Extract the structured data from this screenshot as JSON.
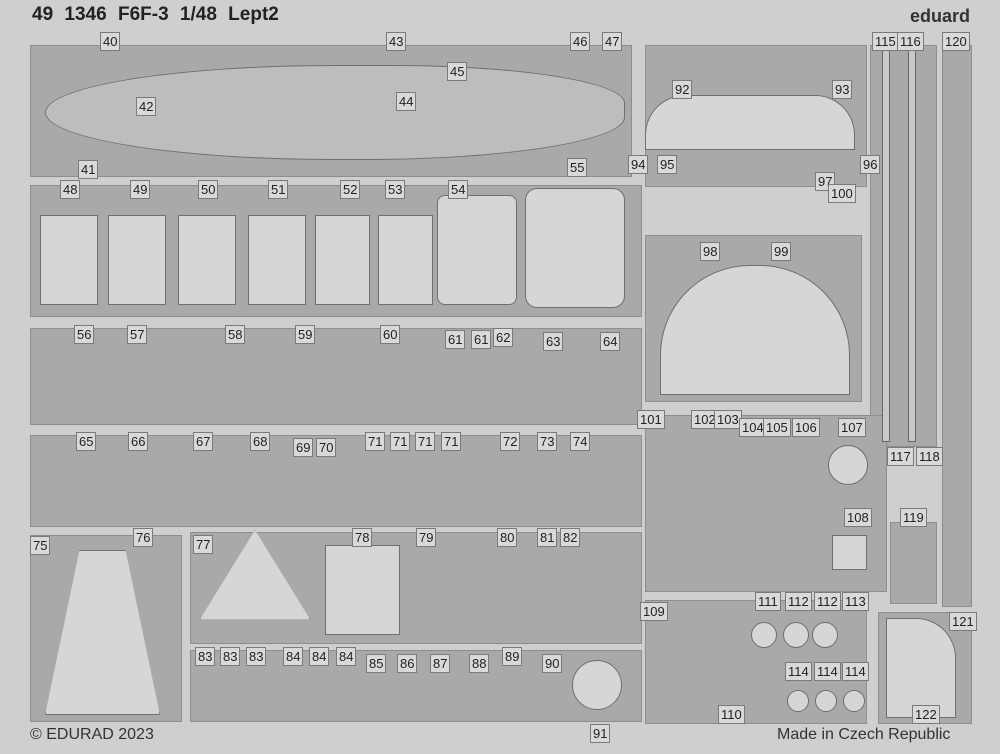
{
  "header": {
    "title": "49 1346  F6F-3  1/48  Lept2",
    "brand": "eduard"
  },
  "footer": {
    "copyright": "© EDURAD 2023",
    "origin": "Made in Czech Republic"
  },
  "part_labels": [
    "40",
    "43",
    "45",
    "46",
    "47",
    "92",
    "93",
    "115",
    "116",
    "120",
    "42",
    "44",
    "41",
    "48",
    "49",
    "50",
    "51",
    "52",
    "53",
    "54",
    "55",
    "94",
    "95",
    "96",
    "97",
    "100",
    "98",
    "99",
    "56",
    "57",
    "58",
    "59",
    "60",
    "61",
    "61",
    "62",
    "63",
    "64",
    "65",
    "66",
    "67",
    "68",
    "69",
    "70",
    "71",
    "71",
    "71",
    "71",
    "72",
    "73",
    "74",
    "75",
    "76",
    "77",
    "78",
    "79",
    "80",
    "81",
    "82",
    "83",
    "83",
    "83",
    "84",
    "84",
    "84",
    "85",
    "86",
    "87",
    "88",
    "89",
    "90",
    "91",
    "101",
    "102",
    "103",
    "104",
    "105",
    "106",
    "107",
    "117",
    "118",
    "108",
    "119",
    "109",
    "111",
    "112",
    "112",
    "113",
    "121",
    "114",
    "114",
    "114",
    "110",
    "122"
  ]
}
